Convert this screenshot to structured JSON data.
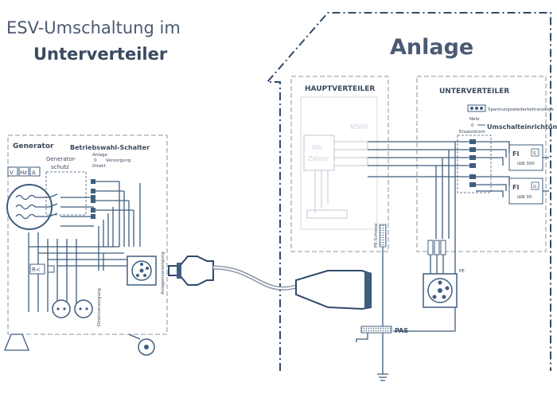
{
  "title": {
    "line1": "ESV-Umschaltung im",
    "line2": "Unterverteiler"
  },
  "plant": {
    "label": "Anlage"
  },
  "generator": {
    "label": "Generator",
    "meters": [
      "V",
      "Hz",
      "A"
    ],
    "protection_line1": "Generator-",
    "protection_line2": "schutz",
    "mode_switch": {
      "label": "Betriebswahl-Schalter",
      "opt_plant": "Anlage",
      "opt_zero": "0",
      "opt_supply": "Versorgung",
      "opt_direct": "Direkt"
    },
    "relay": "R<",
    "direct_supply": "Direktversorgung",
    "plant_supply": "Anlagenversorgung"
  },
  "main_distribution": {
    "label": "HAUPTVERTEILER",
    "meter_line1": "Wh",
    "meter_line2": "Zähler",
    "ghost_label": "NSHV",
    "pe_rail": "PE-Schiene"
  },
  "sub_distribution": {
    "label": "UNTERVERTEILER",
    "voltage_indicator": "Spannungswiederkehranzeige",
    "opt_grid": "Netz",
    "opt_zero": "0",
    "opt_backup": "Ersatzstrom",
    "switchover": "Umschalteinrichtung",
    "rcd1": {
      "name": "FI",
      "rating": "IΔN 300",
      "tag": "S"
    },
    "rcd2": {
      "name": "FI",
      "rating": "IΔN 30",
      "tag": "G"
    },
    "pe": "PE"
  },
  "pas": "PAS",
  "colors": {
    "line": "#3f5d7e",
    "box": "#8a96a6",
    "text": "#3a4a5e"
  },
  "chart_data": {
    "type": "diagram",
    "title": "ESV-Umschaltung im Unterverteiler",
    "nodes": [
      "Generator",
      "Betriebswahl-Schalter",
      "Generatorschutz",
      "Direktversorgung",
      "Anlagenversorgung",
      "Anlage",
      "HAUPTVERTEILER",
      "PE-Schiene",
      "UNTERVERTEILER",
      "Umschalteinrichtung",
      "FI IΔN 300",
      "FI IΔN 30",
      "PAS"
    ],
    "edges": [
      [
        "Generator",
        "Betriebswahl-Schalter"
      ],
      [
        "Betriebswahl-Schalter",
        "Anlagenversorgung"
      ],
      [
        "Betriebswahl-Schalter",
        "Direktversorgung"
      ],
      [
        "Anlagenversorgung",
        "Anlage"
      ],
      [
        "HAUPTVERTEILER",
        "UNTERVERTEILER"
      ],
      [
        "UNTERVERTEILER",
        "Umschalteinrichtung"
      ],
      [
        "Umschalteinrichtung",
        "FI IΔN 300"
      ],
      [
        "Umschalteinrichtung",
        "FI IΔN 30"
      ],
      [
        "PE-Schiene",
        "PAS"
      ]
    ]
  }
}
